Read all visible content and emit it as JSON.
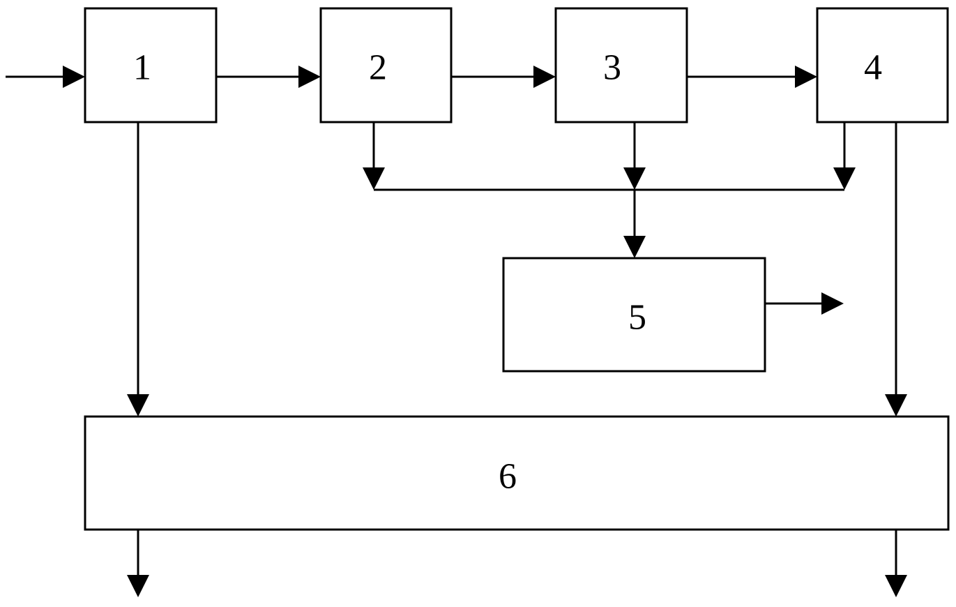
{
  "diagram": {
    "blocks": [
      {
        "id": "b1",
        "label": "1"
      },
      {
        "id": "b2",
        "label": "2"
      },
      {
        "id": "b3",
        "label": "3"
      },
      {
        "id": "b4",
        "label": "4"
      },
      {
        "id": "b5",
        "label": "5"
      },
      {
        "id": "b6",
        "label": "6"
      }
    ],
    "connections": [
      {
        "from": "input",
        "to": "b1"
      },
      {
        "from": "b1",
        "to": "b2"
      },
      {
        "from": "b2",
        "to": "b3"
      },
      {
        "from": "b3",
        "to": "b4"
      },
      {
        "from": "b2",
        "to": "bus"
      },
      {
        "from": "b3",
        "to": "bus"
      },
      {
        "from": "b4",
        "to": "bus"
      },
      {
        "from": "bus",
        "to": "b5"
      },
      {
        "from": "b5",
        "to": "output"
      },
      {
        "from": "b1",
        "to": "b6"
      },
      {
        "from": "b4",
        "to": "b6"
      },
      {
        "from": "b6",
        "to": "output"
      },
      {
        "from": "b6",
        "to": "output"
      }
    ]
  }
}
